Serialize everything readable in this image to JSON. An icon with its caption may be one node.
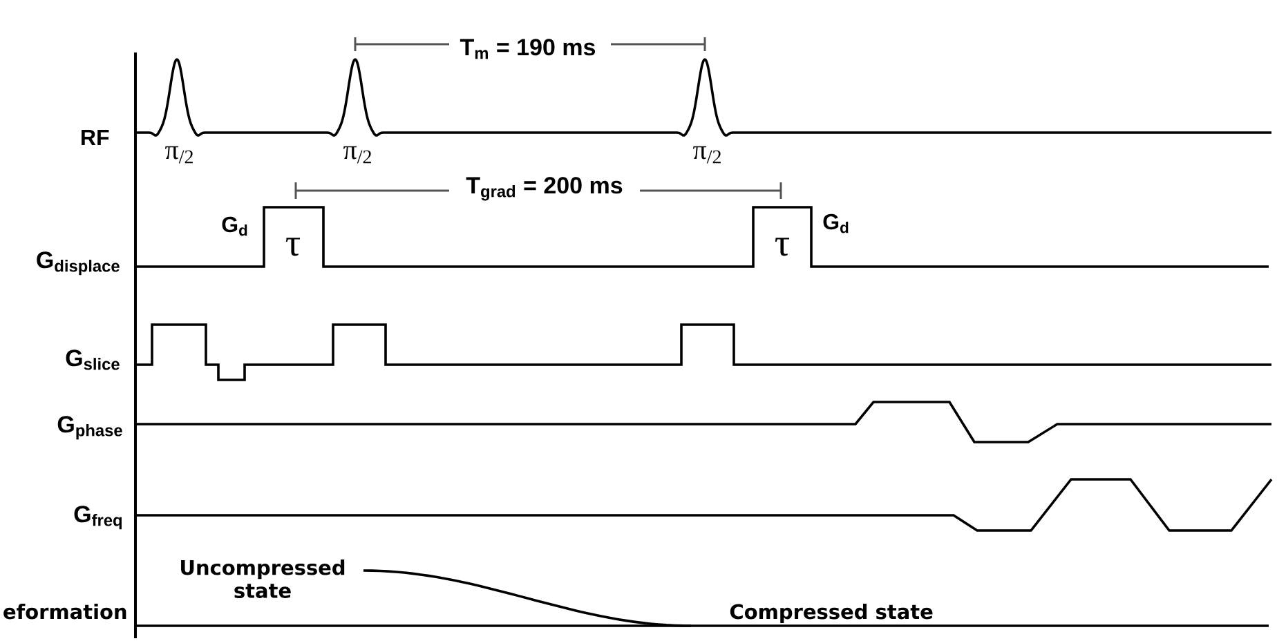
{
  "diagram": {
    "labels": [
      "T$_{m}$ = 190 ms",
      "RF",
      "π$_{/2}$",
      "π$_{/2}$",
      "π$_{/2}$",
      "T$_{grad}$ = 200 ms",
      "G$_{d}$",
      "τ",
      "τ",
      "G$_{d}$",
      "G$_{displace}$",
      "G$_{slice}$",
      "G$_{phase}$",
      "G$_{freq}$",
      "Uncompressed state",
      "eformation",
      "Compressed state"
    ]
  }
}
